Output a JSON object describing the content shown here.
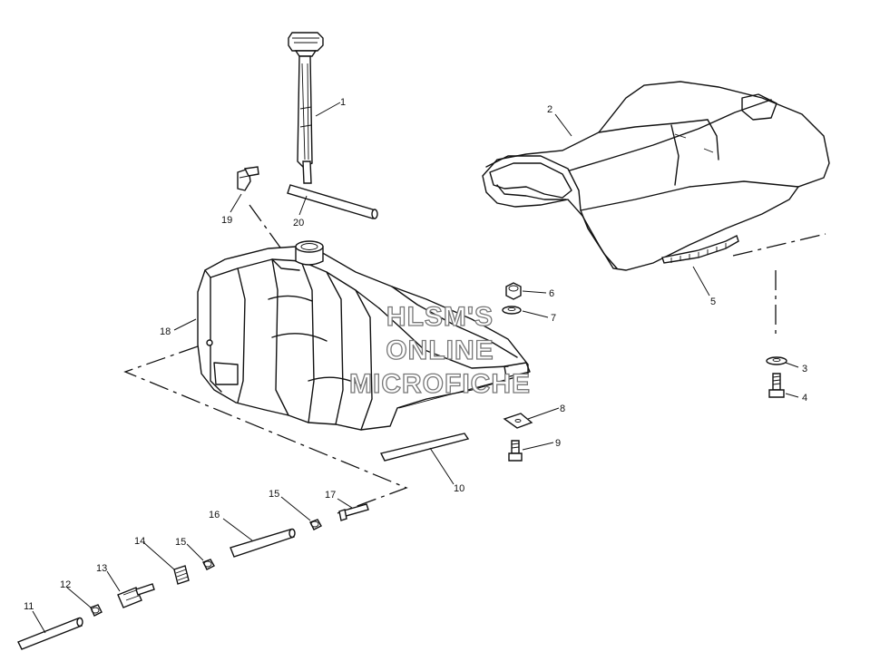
{
  "watermark": {
    "line1": "HLSM'S",
    "line2": "ONLINE",
    "line3": "MICROFICHE"
  },
  "callouts": {
    "c1": "1",
    "c2": "2",
    "c3": "3",
    "c4": "4",
    "c5": "5",
    "c6": "6",
    "c7": "7",
    "c8": "8",
    "c9": "9",
    "c10": "10",
    "c11": "11",
    "c12": "12",
    "c13": "13",
    "c14": "14",
    "c15a": "15",
    "c15b": "15",
    "c16": "16",
    "c17": "17",
    "c18": "18",
    "c19": "19",
    "c20": "20"
  }
}
